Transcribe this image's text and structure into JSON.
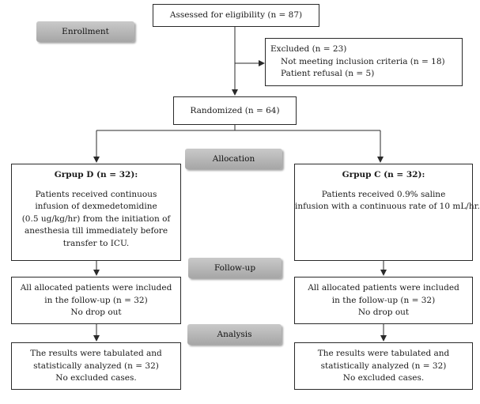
{
  "stages": {
    "enrollment": "Enrollment",
    "allocation": "Allocation",
    "followup": "Follow-up",
    "analysis": "Analysis"
  },
  "assessed": "Assessed for eligibility (n = 87)",
  "excluded": {
    "title": "Excluded (n = 23)",
    "reason1": "Not meeting inclusion criteria (n = 18)",
    "reason2": "Patient refusal (n = 5)"
  },
  "randomized": "Randomized (n = 64)",
  "group_d": {
    "title": "Grpup D (n = 32):",
    "lines": [
      "Patients received continuous",
      "infusion of dexmedetomidine",
      "(0.5 ug/kg/hr) from the initiation of",
      "anesthesia till immediately before",
      "transfer to ICU."
    ]
  },
  "group_c": {
    "title": "Grpup C (n = 32):",
    "lines": [
      "Patients received 0.9% saline",
      "infusion with a continuous rate of 10 mL/hr."
    ]
  },
  "followup_box": {
    "lines": [
      "All allocated patients were included",
      "in the follow-up (n = 32)",
      "No drop out"
    ]
  },
  "analysis_box": {
    "lines": [
      "The results were tabulated and",
      "statistically analyzed (n = 32)",
      "No excluded cases."
    ]
  }
}
